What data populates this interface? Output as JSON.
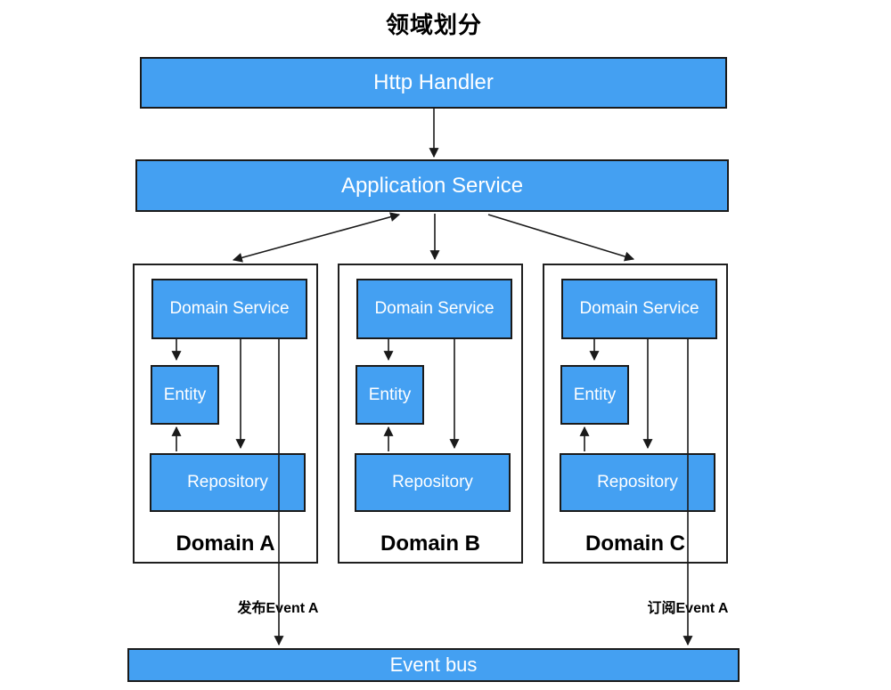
{
  "title": "领域划分",
  "colors": {
    "box_fill": "#44A0F2",
    "box_border": "#1A1A1A",
    "box_text": "#FFFFFF",
    "container_border": "#1F1F1F",
    "arrow_line": "#1A1A1A",
    "label_text": "#000000",
    "background": "#FFFFFF"
  },
  "layers": {
    "http_handler": "Http Handler",
    "application_service": "Application Service"
  },
  "domains": [
    {
      "label": "Domain A",
      "boxes": {
        "domain_service": "Domain Service",
        "entity": "Entity",
        "repository": "Repository"
      }
    },
    {
      "label": "Domain B",
      "boxes": {
        "domain_service": "Domain Service",
        "entity": "Entity",
        "repository": "Repository"
      }
    },
    {
      "label": "Domain C",
      "boxes": {
        "domain_service": "Domain Service",
        "entity": "Entity",
        "repository": "Repository"
      }
    }
  ],
  "event_flow": {
    "publish_label": "发布Event A",
    "subscribe_label": "订阅Event A",
    "event_bus": "Event bus"
  }
}
